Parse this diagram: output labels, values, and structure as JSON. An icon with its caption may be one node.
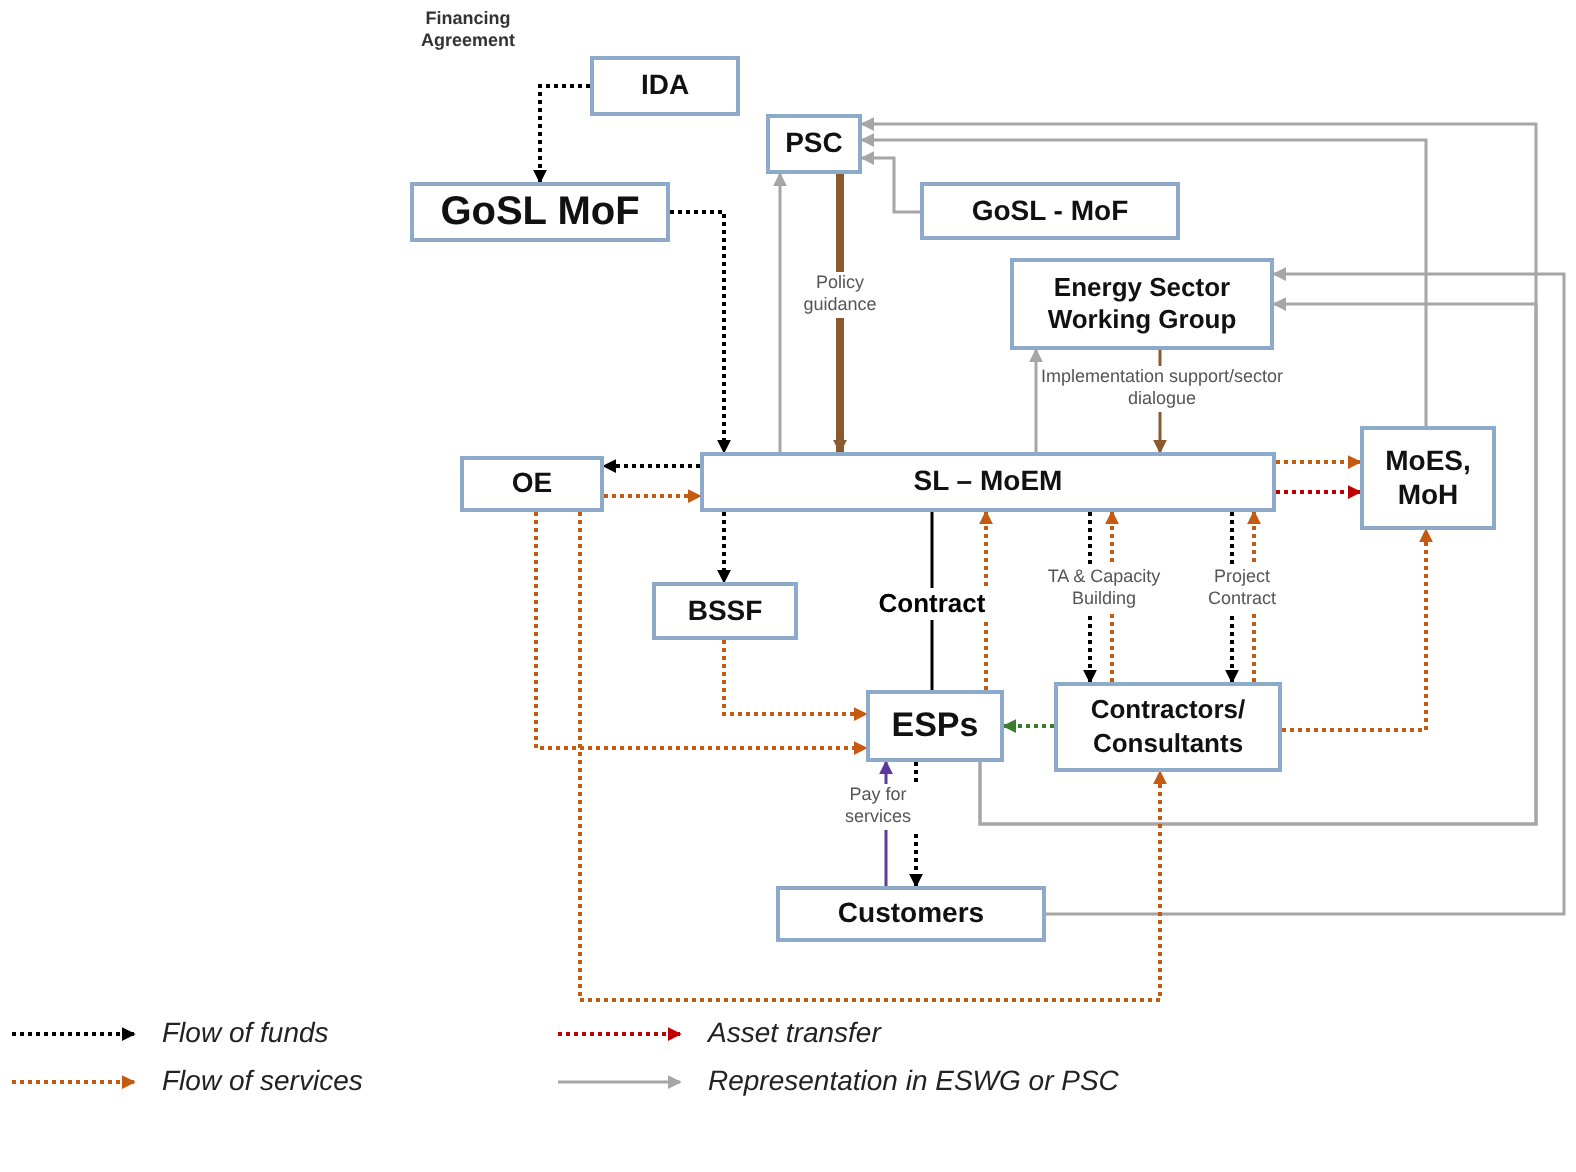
{
  "diagram": {
    "nodes": [
      {
        "text": [
          "IDA"
        ]
      },
      {
        "text": [
          "PSC"
        ]
      },
      {
        "text": [
          "GoSL MoF"
        ]
      },
      {
        "text": [
          "GoSL - MoF"
        ]
      },
      {
        "text": [
          "Energy Sector Working Group"
        ]
      },
      {
        "text": [
          "OE"
        ]
      },
      {
        "text": [
          "SL – MoEM"
        ]
      },
      {
        "text": [
          "MoES, MoH"
        ]
      },
      {
        "text": [
          "BSSF"
        ]
      },
      {
        "text": [
          "ESPs"
        ]
      },
      {
        "text": [
          "Contractors/ Consultants"
        ]
      },
      {
        "text": [
          "Customers"
        ]
      }
    ],
    "edges": [
      {
        "from": 0,
        "to": 2,
        "arrow": "to",
        "label": "Financing Agreement",
        "style": "dashed",
        "color": "#000000"
      },
      {
        "from": 2,
        "to": 6,
        "arrow": "to",
        "style": "dashed",
        "color": "#000000"
      },
      {
        "from": 6,
        "to": 1,
        "arrow": "to",
        "color": "#a6a6a6"
      },
      {
        "from": 1,
        "to": 6,
        "arrow": "to",
        "label": "Policy guidance",
        "style": "thick",
        "color": "#8a5a2e"
      },
      {
        "from": 3,
        "to": 1,
        "arrow": "to",
        "color": "#a6a6a6"
      },
      {
        "from": 6,
        "to": 4,
        "arrow": "to",
        "color": "#a6a6a6"
      },
      {
        "from": 4,
        "to": 6,
        "arrow": "to",
        "label": "Implementation support/sector dialogue",
        "color": "#8a5a2e"
      },
      {
        "from": 6,
        "to": 5,
        "arrow": "to",
        "style": "dashed",
        "color": "#000000"
      },
      {
        "from": 5,
        "to": 6,
        "arrow": "to",
        "style": "dashed"
      },
      {
        "from": 6,
        "to": 7,
        "arrow": "to",
        "style": "dashed"
      },
      {
        "from": 6,
        "to": 7,
        "arrow": "to",
        "style": "dashed",
        "color": "#c00000"
      },
      {
        "from": 7,
        "to": 1,
        "arrow": "to",
        "color": "#a6a6a6"
      },
      {
        "from": 9,
        "to": 1,
        "arrow": "to",
        "color": "#a6a6a6"
      },
      {
        "from": 9,
        "to": 4,
        "arrow": "to",
        "color": "#a6a6a6"
      },
      {
        "from": 11,
        "to": 4,
        "arrow": "to",
        "color": "#a6a6a6"
      },
      {
        "from": 6,
        "to": 8,
        "arrow": "to",
        "style": "dashed",
        "color": "#000000"
      },
      {
        "from": 6,
        "to": 9,
        "arrow": "none",
        "label": "Contract",
        "color": "#000000"
      },
      {
        "from": 9,
        "to": 6,
        "arrow": "to",
        "style": "dashed"
      },
      {
        "from": 6,
        "to": 10,
        "arrow": "to",
        "label": "TA & Capacity Building",
        "style": "dashed",
        "color": "#000000"
      },
      {
        "from": 10,
        "to": 6,
        "arrow": "to",
        "style": "dashed"
      },
      {
        "from": 6,
        "to": 10,
        "arrow": "to",
        "label": "Project Contract",
        "style": "dashed",
        "color": "#000000"
      },
      {
        "from": 10,
        "to": 6,
        "arrow": "to",
        "style": "dashed"
      },
      {
        "from": 8,
        "to": 9,
        "arrow": "to",
        "style": "dashed"
      },
      {
        "from": 5,
        "to": 9,
        "arrow": "to",
        "style": "dashed"
      },
      {
        "from": 10,
        "to": 9,
        "arrow": "to",
        "style": "dashed",
        "color": "#3a7d2c"
      },
      {
        "from": 10,
        "to": 7,
        "arrow": "to",
        "style": "dashed"
      },
      {
        "from": 11,
        "to": 9,
        "arrow": "to",
        "label": "Pay for services",
        "color": "#5b3a9b"
      },
      {
        "from": 9,
        "to": 11,
        "arrow": "to",
        "style": "dashed",
        "color": "#000000"
      },
      {
        "from": 5,
        "to": 10,
        "arrow": "to",
        "style": "dashed"
      }
    ],
    "legend": [
      {
        "text": "Flow of funds"
      },
      {
        "text": "Flow of services"
      },
      {
        "text": "Asset transfer"
      },
      {
        "text": "Representation in ESWG or PSC"
      }
    ]
  }
}
